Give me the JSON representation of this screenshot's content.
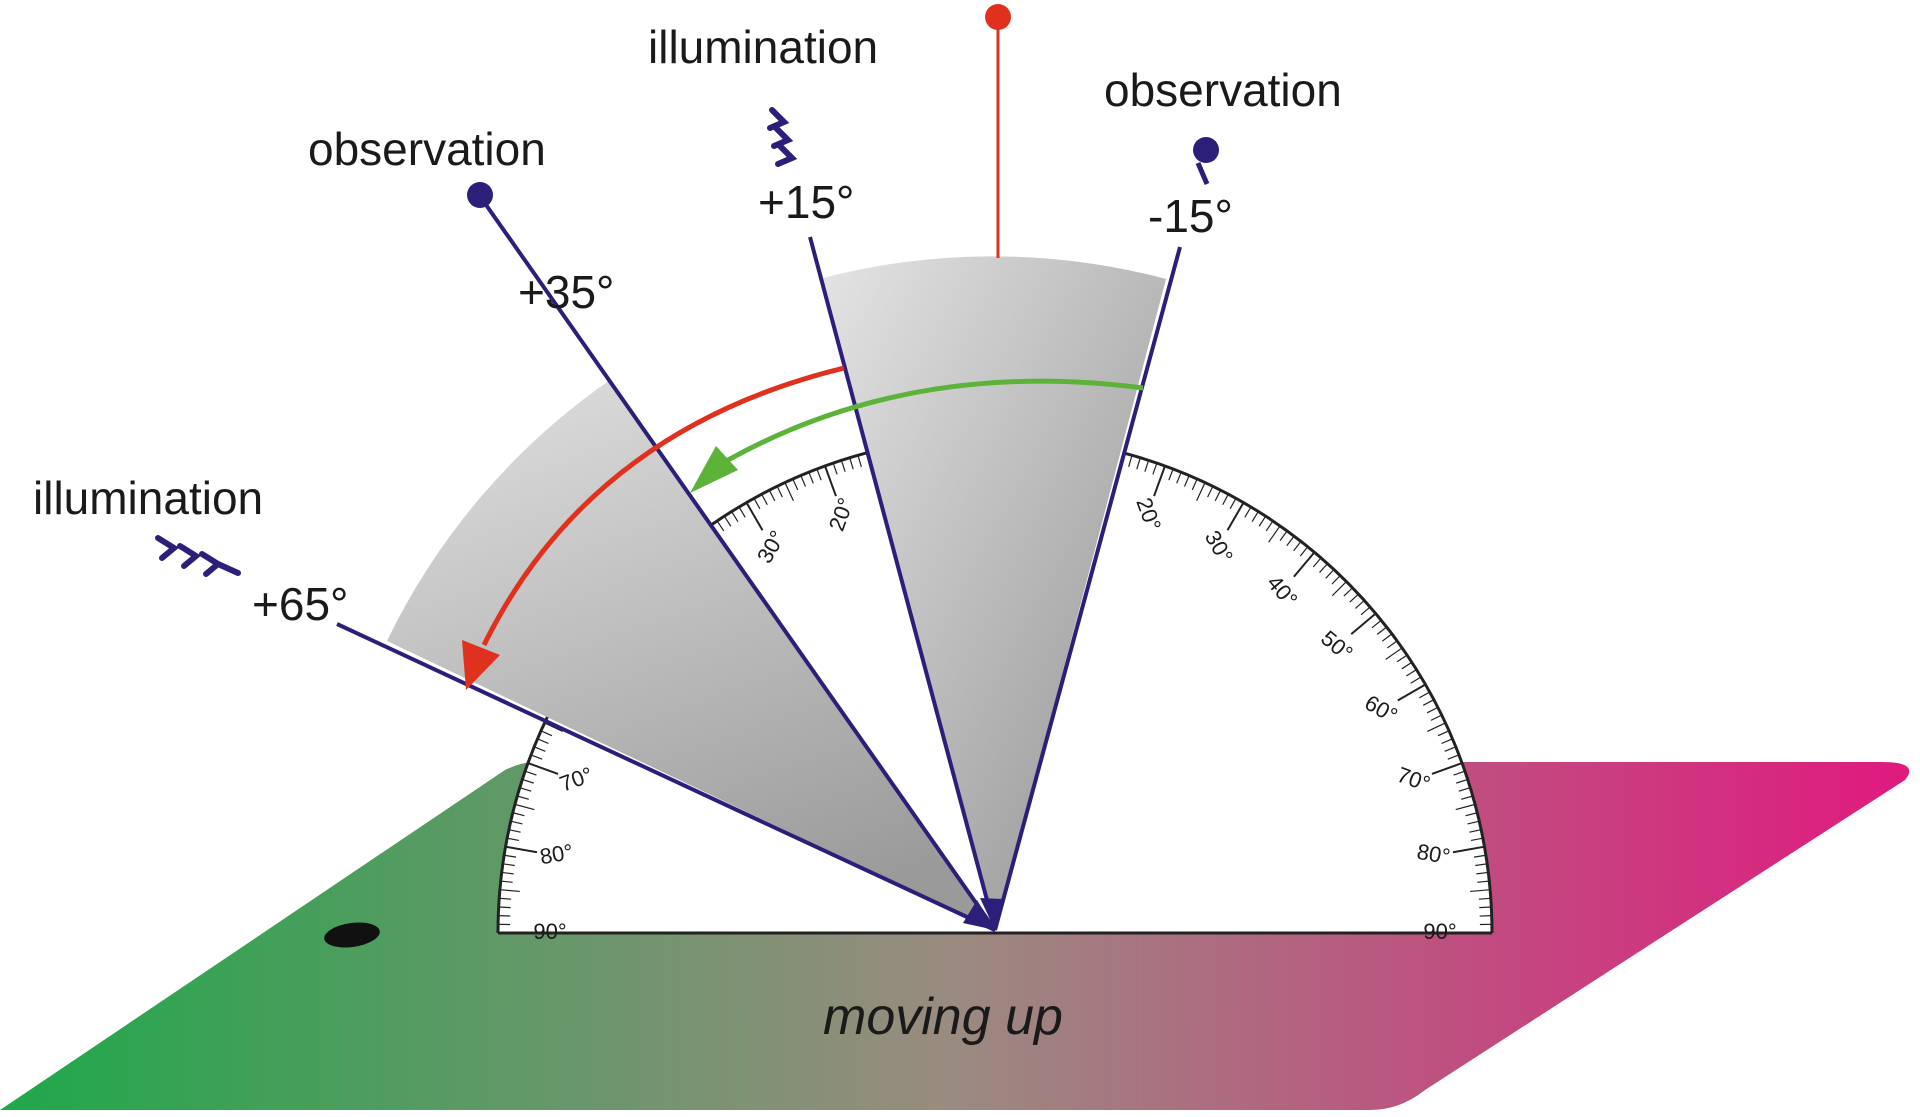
{
  "labels": {
    "illumination_left": "illumination",
    "illumination_top": "illumination",
    "observation_left": "observation",
    "observation_right": "observation",
    "angle_plus65": "+65°",
    "angle_plus35": "+35°",
    "angle_plus15": "+15°",
    "angle_minus15": "-15°",
    "plane_label": "moving up"
  },
  "protractor": {
    "left_labels": [
      "20°",
      "30°",
      "70°",
      "80°",
      "90°"
    ],
    "right_labels": [
      "20°",
      "30°",
      "40°",
      "50°",
      "60°",
      "70°",
      "80°",
      "90°"
    ]
  },
  "colors": {
    "line_navy": "#2b1f7a",
    "line_red": "#e0301e",
    "arrow_green": "#5db33a",
    "plane_left": "#1fa84a",
    "plane_mid": "#9a8b80",
    "plane_right": "#e0197f",
    "sector_light": "#dedede",
    "sector_dark": "#9e9e9e"
  },
  "icons": [
    "illumination-chevrons-icon",
    "observation-dot-icon",
    "red-dot-icon"
  ]
}
